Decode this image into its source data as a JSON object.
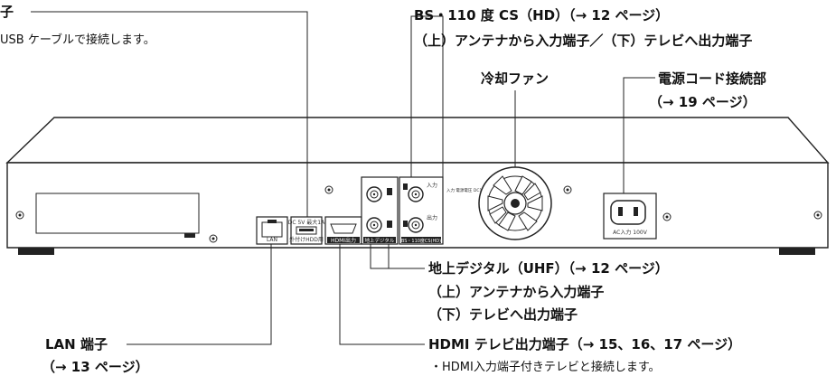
{
  "usb": {
    "title": "子",
    "desc": "USB ケーブルで接続します。",
    "panel_top_left": "DC 5V 最大1A",
    "panel_label": "外付けHDD用"
  },
  "bs_cs": {
    "line1": "BS・110 度 CS（HD）（→ 12 ページ）",
    "line2": "（上）アンテナから入力端子／（下）テレビへ出力端子",
    "panel_a": "入力",
    "panel_b": "出力",
    "panel_power": "入力 電源電圧 DC15V 最大4W",
    "panel_label": "BS・110度CS(HD)"
  },
  "fan": {
    "label": "冷却ファン"
  },
  "power_cord": {
    "title": "電源コード接続部",
    "page_ref": "（→ 19 ページ）",
    "socket_label": "AC入力 100V"
  },
  "terrestrial": {
    "line1": "地上デジタル（UHF）（→ 12 ページ）",
    "line2": "（上）アンテナから入力端子",
    "line3": "（下）テレビへ出力端子",
    "panel_label": "地上デジタル"
  },
  "lan": {
    "title": "LAN 端子",
    "page_ref": "（→ 13 ページ）",
    "panel_label": "LAN"
  },
  "hdmi": {
    "title": "HDMI テレビ出力端子（→ 15、16、17 ページ）",
    "desc": "・HDMI入力端子付きテレビと接続します。",
    "panel_label": "HDMI出力"
  }
}
